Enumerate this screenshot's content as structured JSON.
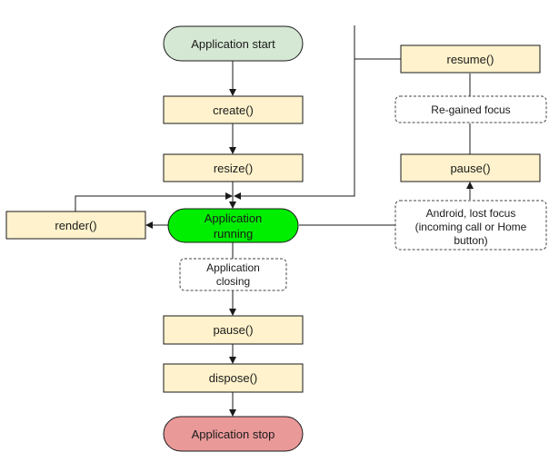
{
  "diagram": {
    "nodes": {
      "app_start": {
        "label": "Application start",
        "shape": "terminator",
        "color": "#d5e8d4"
      },
      "create": {
        "label": "create()",
        "shape": "process",
        "color": "#fff2cc"
      },
      "resize": {
        "label": "resize()",
        "shape": "process",
        "color": "#fff2cc"
      },
      "render": {
        "label": "render()",
        "shape": "process",
        "color": "#fff2cc"
      },
      "app_running": {
        "label_lines": [
          "Application",
          "running"
        ],
        "shape": "terminator",
        "color": "#00ee00"
      },
      "app_closing": {
        "label_lines": [
          "Application",
          "closing"
        ],
        "shape": "note"
      },
      "pause_main": {
        "label": "pause()",
        "shape": "process",
        "color": "#fff2cc"
      },
      "dispose": {
        "label": "dispose()",
        "shape": "process",
        "color": "#fff2cc"
      },
      "app_stop": {
        "label": "Application stop",
        "shape": "terminator",
        "color": "#ea9999"
      },
      "resume": {
        "label": "resume()",
        "shape": "process",
        "color": "#fff2cc"
      },
      "regained_focus": {
        "label": "Re-gained focus",
        "shape": "note"
      },
      "pause_side": {
        "label": "pause()",
        "shape": "process",
        "color": "#fff2cc"
      },
      "lost_focus": {
        "label_lines": [
          "Android, lost focus",
          "(incoming call or Home",
          "button)"
        ],
        "shape": "note"
      }
    },
    "edges": [
      {
        "from": "app_start",
        "to": "create"
      },
      {
        "from": "create",
        "to": "resize"
      },
      {
        "from": "resize",
        "to": "app_running"
      },
      {
        "from": "app_running",
        "to": "render"
      },
      {
        "from": "render",
        "to": "app_running"
      },
      {
        "from": "app_running",
        "to": "pause_main"
      },
      {
        "from": "pause_main",
        "to": "dispose"
      },
      {
        "from": "dispose",
        "to": "app_stop"
      },
      {
        "from": "app_running",
        "to": "pause_side"
      },
      {
        "from": "pause_side",
        "to": "resume"
      },
      {
        "from": "resume",
        "to": "app_running"
      }
    ]
  }
}
